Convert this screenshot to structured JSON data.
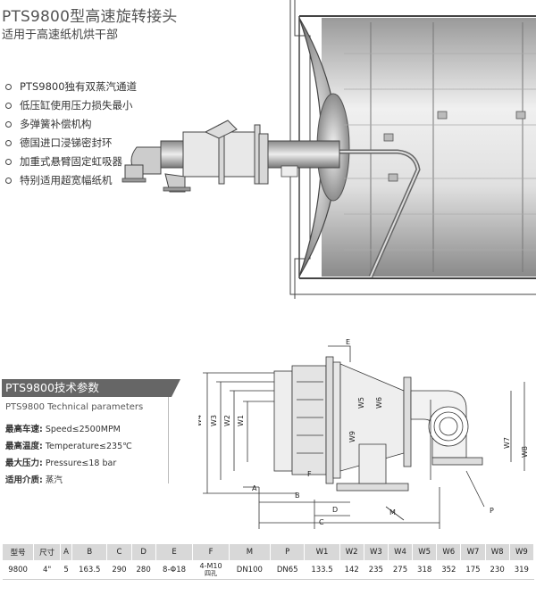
{
  "header": {
    "title": "PTS9800型高速旋转接头",
    "subtitle": "适用于高速纸机烘干部"
  },
  "features": [
    "PTS9800独有双蒸汽通道",
    "低压缸使用压力损失最小",
    "多弹簧补偿机构",
    "德国进口浸锑密封环",
    "加重式悬臂固定虹吸器",
    "特别适用超宽幅纸机"
  ],
  "params": {
    "heading": "PTS9800技术参数",
    "subheading": "PTS9800 Technical parameters",
    "rows": [
      {
        "key": "最高车速:",
        "value": "Speed≤2500MPM"
      },
      {
        "key": "最高温度:",
        "value": "Temperature≤235℃"
      },
      {
        "key": "最大压力:",
        "value": "Pressure≤18 bar"
      },
      {
        "key": "适用介质:",
        "value": "蒸汽"
      }
    ]
  },
  "drawing_labels": {
    "E": "E",
    "W1": "W1",
    "W2": "W2",
    "W3": "W3",
    "W4": "W4",
    "W5": "W5",
    "W6": "W6",
    "W7": "W7",
    "W8": "W8",
    "W9": "W9",
    "A": "A",
    "B": "B",
    "C": "C",
    "D": "D",
    "F": "F",
    "M": "M",
    "P": "P"
  },
  "table": {
    "headers": [
      "型号",
      "尺寸",
      "A",
      "B",
      "C",
      "D",
      "E",
      "F",
      "M",
      "P",
      "W1",
      "W2",
      "W3",
      "W4",
      "W5",
      "W6",
      "W7",
      "W8",
      "W9"
    ],
    "rows": [
      [
        "9800",
        "4\"",
        "5",
        "163.5",
        "290",
        "280",
        "8-Φ18",
        "4-M10",
        "DN100",
        "DN65",
        "133.5",
        "142",
        "235",
        "275",
        "318",
        "352",
        "175",
        "230",
        "319"
      ]
    ],
    "f_note": "四孔"
  }
}
